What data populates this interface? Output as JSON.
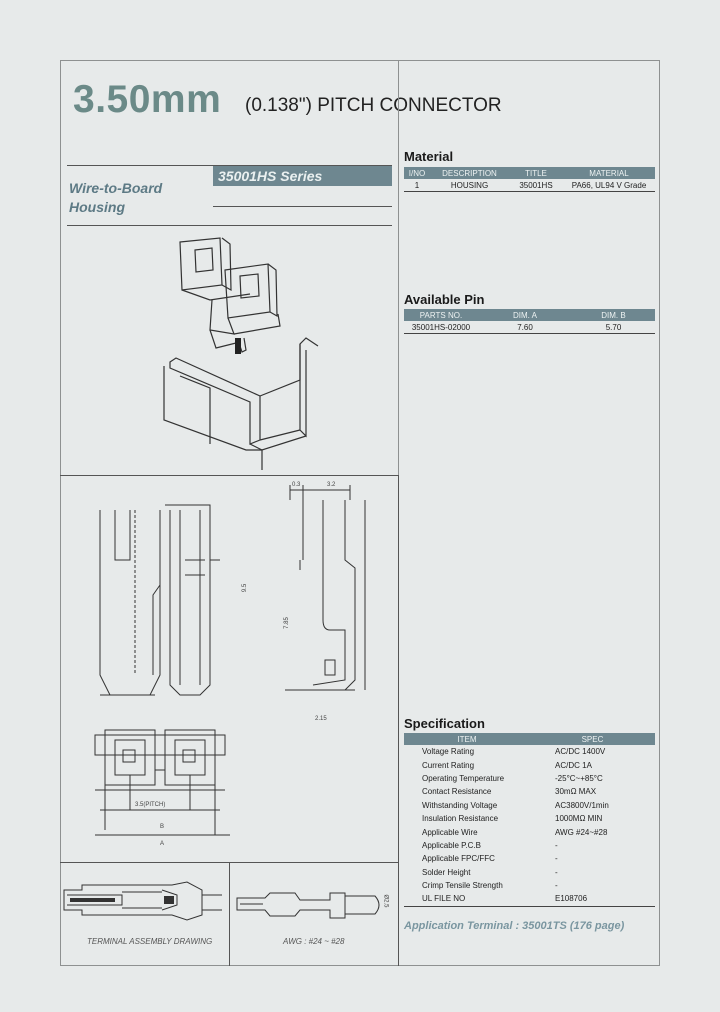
{
  "header": {
    "title_main": "3.50mm",
    "title_rest": "(0.138\") PITCH CONNECTOR"
  },
  "product": {
    "category_line1": "Wire-to-Board",
    "category_line2": "Housing",
    "series": "35001HS Series"
  },
  "material": {
    "title": "Material",
    "headers": [
      "I/NO",
      "DESCRIPTION",
      "TITLE",
      "MATERIAL"
    ],
    "rows": [
      [
        "1",
        "HOUSING",
        "35001HS",
        "PA66, UL94 V Grade"
      ]
    ]
  },
  "available_pin": {
    "title": "Available Pin",
    "headers": [
      "PARTS NO.",
      "DIM. A",
      "DIM. B"
    ],
    "rows": [
      [
        "35001HS-02000",
        "7.60",
        "5.70"
      ]
    ]
  },
  "drawing_labels": {
    "dim_top_left": "0.3",
    "dim_top_right": "3.2",
    "dim_height_1": "9.5",
    "dim_height_2": "7.85",
    "dim_bottom": "2.15",
    "pitch": "3.5(PITCH)",
    "dim_b": "B",
    "dim_a": "A",
    "wire_dim": "Ø2.5"
  },
  "specification": {
    "title": "Specification",
    "headers": [
      "ITEM",
      "SPEC"
    ],
    "rows": [
      [
        "Voltage Rating",
        "AC/DC 1400V"
      ],
      [
        "Current Rating",
        "AC/DC 1A"
      ],
      [
        "Operating Temperature",
        "-25°C~+85°C"
      ],
      [
        "Contact Resistance",
        "30mΩ MAX"
      ],
      [
        "Withstanding Voltage",
        "AC3800V/1min"
      ],
      [
        "Insulation Resistance",
        "1000MΩ MIN"
      ],
      [
        "Applicable Wire",
        "AWG #24~#28"
      ],
      [
        "Applicable P.C.B",
        "-"
      ],
      [
        "Applicable FPC/FFC",
        "-"
      ],
      [
        "Solder Height",
        "-"
      ],
      [
        "Crimp Tensile Strength",
        "-"
      ],
      [
        "UL FILE NO",
        "E108706"
      ]
    ]
  },
  "captions": {
    "terminal_assembly": "TERMINAL ASSEMBLY DRAWING",
    "awg": "AWG : #24 ~ #28"
  },
  "application_terminal": "Application Terminal : 35001TS (176 page)",
  "colors": {
    "accent": "#6e8790",
    "title": "#6b8a88",
    "background": "#e7eaea"
  }
}
